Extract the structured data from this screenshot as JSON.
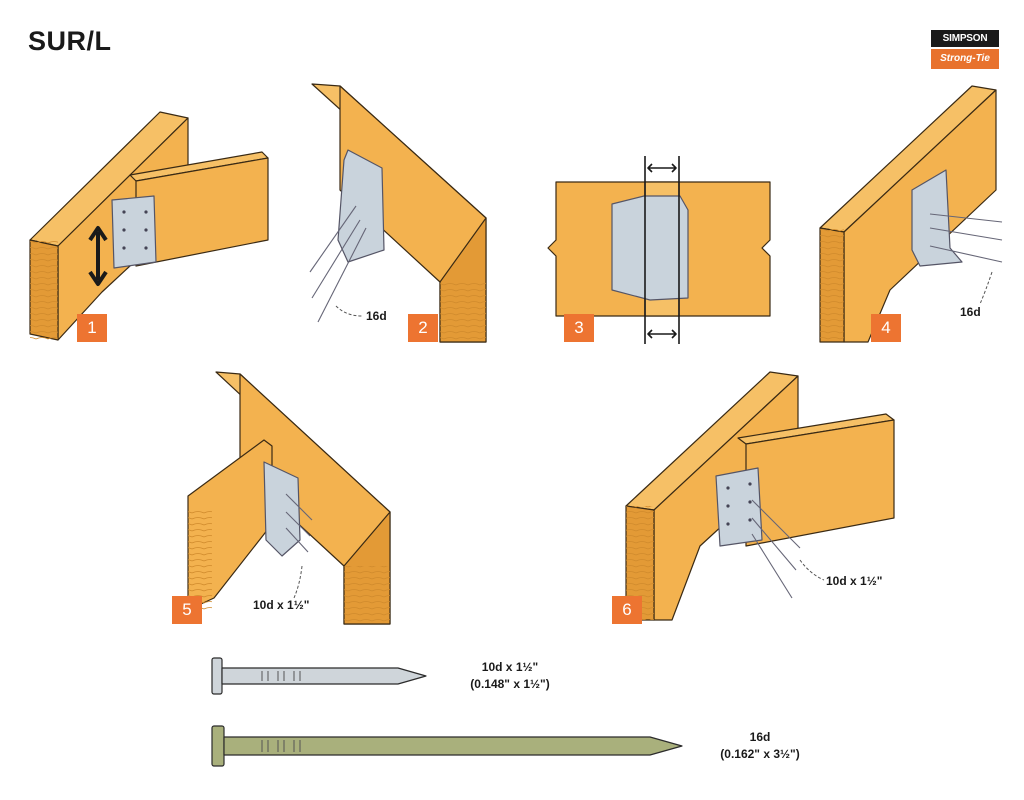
{
  "title": "SUR/L",
  "logo": {
    "top": "SIMPSON",
    "bottom": "Strong-Tie"
  },
  "steps": [
    "1",
    "2",
    "3",
    "4",
    "5",
    "6"
  ],
  "labels": {
    "step2_nail": "16d",
    "step4_nail": "16d",
    "step5_nail": "10d x 1½\"",
    "step6_nail": "10d x 1½\""
  },
  "nails": [
    {
      "name": "10d x 1½\"",
      "size": "(0.148\" x 1½\")"
    },
    {
      "name": "16d",
      "size": "(0.162\" x 3½\")"
    }
  ],
  "colors": {
    "wood": "#f3b24f",
    "wood_dark": "#d98e2c",
    "hanger": "#c9d3dc",
    "badge": "#ed7431",
    "nail_10d": "#cfd5da",
    "nail_16d": "#a9b07c"
  }
}
